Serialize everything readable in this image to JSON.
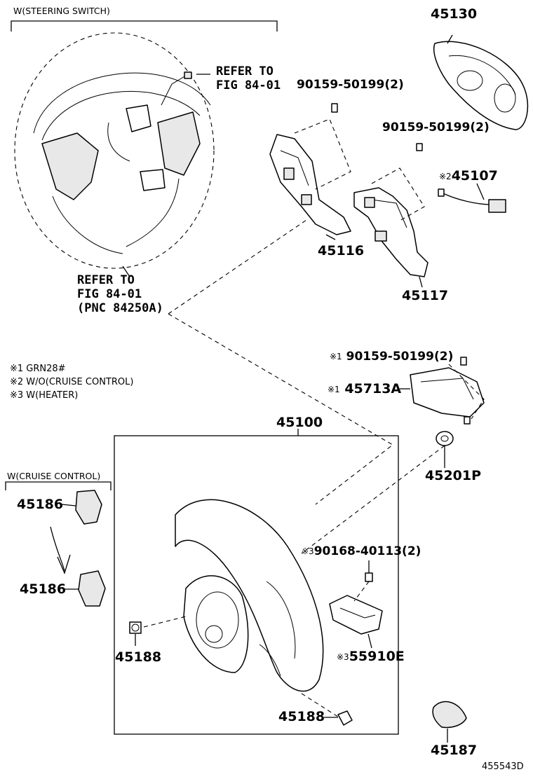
{
  "sections": {
    "steering_switch": "W(STEERING SWITCH)",
    "cruise_control": "W(CRUISE CONTROL)"
  },
  "references": {
    "upper_ref_line1": "REFER TO",
    "upper_ref_line2": "FIG 84-01",
    "lower_ref_line1": "REFER TO",
    "lower_ref_line2": "FIG 84-01",
    "lower_ref_line3": "(PNC 84250A)"
  },
  "notes": [
    "※1 GRN28#",
    "※2 W/O(CRUISE CONTROL)",
    "※3 W(HEATER)"
  ],
  "parts": {
    "p45130": "45130",
    "p90159_a": "90159-50199(2)",
    "p90159_b": "90159-50199(2)",
    "p45107_mark": "※2",
    "p45107": "45107",
    "p45116": "45116",
    "p45117": "45117",
    "p90159_c_mark": "※1",
    "p90159_c": "90159-50199(2)",
    "p45713A_mark": "※1",
    "p45713A": "45713A",
    "p45100": "45100",
    "p45201P": "45201P",
    "p45186_a": "45186",
    "p45186_b": "45186",
    "p90168_mark": "※3",
    "p90168": "90168-40113(2)",
    "p45188_a": "45188",
    "p55910E_mark": "※3",
    "p55910E": "55910E",
    "p45188_b": "45188",
    "p45187": "45187"
  },
  "figure_code": "455543D"
}
